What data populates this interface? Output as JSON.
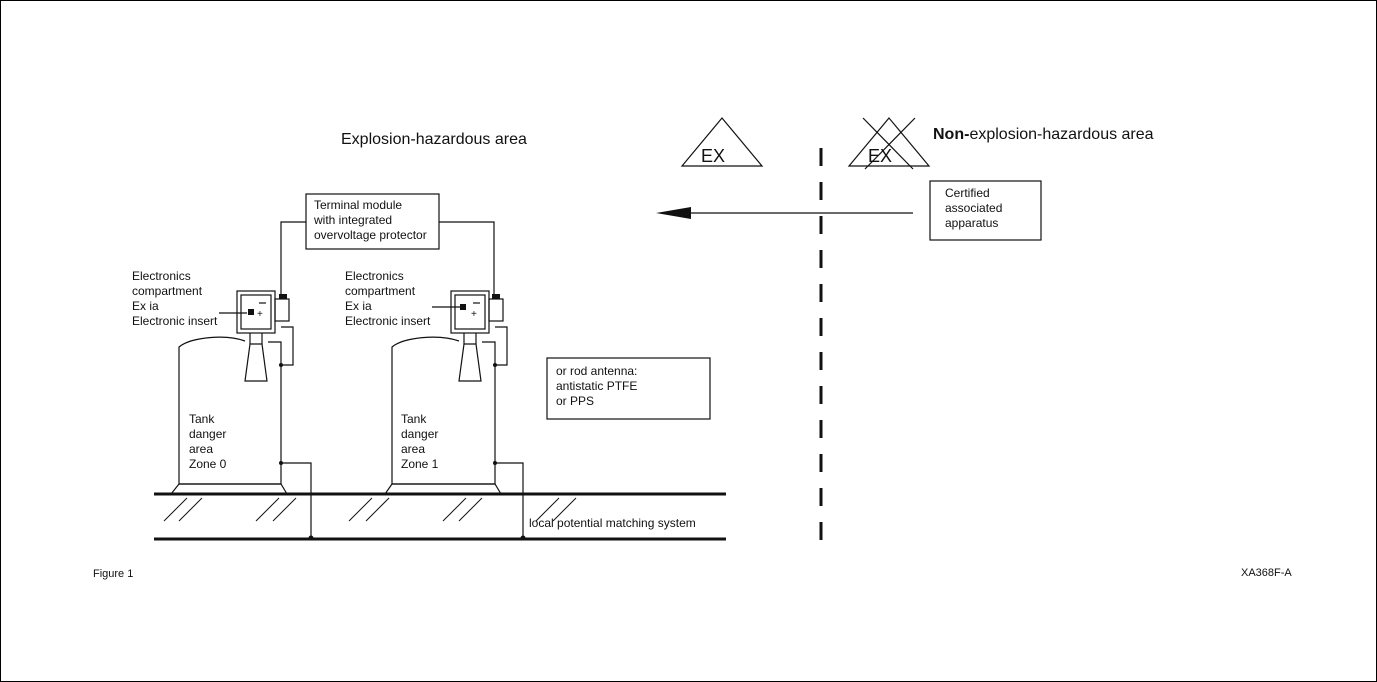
{
  "hazard_area_label": "Explosion-hazardous area",
  "non_hazard_bold": "Non-",
  "non_hazard_rest": "explosion-hazardous area",
  "ex_symbol": "EX",
  "certified_box": [
    "Certified",
    "associated",
    "apparatus"
  ],
  "terminal_box": [
    "Terminal module",
    "with integrated",
    "overvoltage protector"
  ],
  "electronics_labels": [
    "Electronics",
    "compartment",
    "Ex ia",
    "Electronic insert"
  ],
  "tank_left": [
    "Tank",
    "danger",
    "area",
    "Zone 0"
  ],
  "tank_right": [
    "Tank",
    "danger",
    "area",
    "Zone 1"
  ],
  "antenna_box": [
    "or rod antenna:",
    "antistatic PTFE",
    "or PPS"
  ],
  "ground_label": "local potential matching system",
  "figure_label": "Figure 1",
  "doc_id": "XA368F-A"
}
